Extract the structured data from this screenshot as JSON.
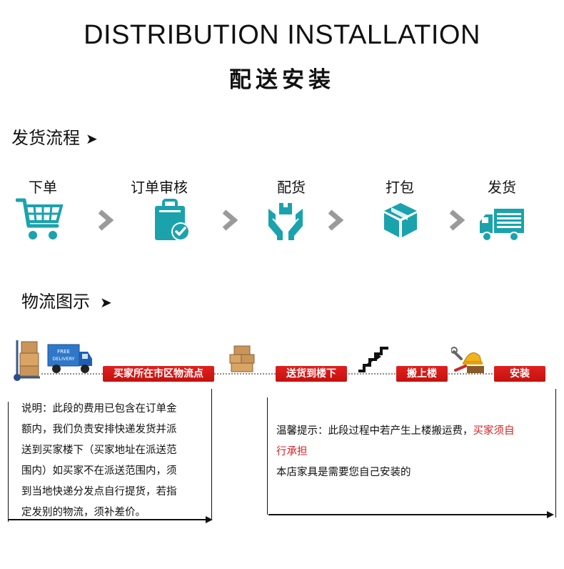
{
  "header": {
    "title_en": "DISTRIBUTION INSTALLATION",
    "title_zh": "配送安装"
  },
  "shipping_process": {
    "heading": "发货流程",
    "arrow": "➤",
    "steps": [
      {
        "label": "下单",
        "icon": "shopping-cart-icon"
      },
      {
        "label": "订单审核",
        "icon": "clipboard-check-icon"
      },
      {
        "label": "配货",
        "icon": "hands-box-icon"
      },
      {
        "label": "打包",
        "icon": "package-box-icon"
      },
      {
        "label": "发货",
        "icon": "delivery-truck-icon"
      }
    ]
  },
  "logistics": {
    "heading": "物流图示",
    "arrow": "➤",
    "truck_text_1": "FREE",
    "truck_text_2": "DELIVERY",
    "stages": [
      {
        "label": "买家所在市区物流点"
      },
      {
        "label": "送货到楼下"
      },
      {
        "label": "搬上楼"
      },
      {
        "label": "安装"
      }
    ]
  },
  "notes": {
    "left": {
      "lines": [
        "说明：此段的费用已包含在订单金",
        "额内，我们负责安排快递发货并派",
        "送到买家楼下（买家地址在派送范",
        "围内）如买家不在派送范围内，须",
        "到当地快递分发点自行提货，若指",
        "定发别的物流，须补差价。"
      ]
    },
    "right": {
      "line1_prefix": "温馨提示：此段过程中若产生上楼搬运费，",
      "line1_red": "买家须自",
      "line2_red": "行承担",
      "line3": "本店家具是需要您自己安装的"
    }
  },
  "colors": {
    "icon_teal": "#1aa3ad",
    "arrow_gray": "#9a9a9a",
    "label_red": "#d81e1e"
  }
}
